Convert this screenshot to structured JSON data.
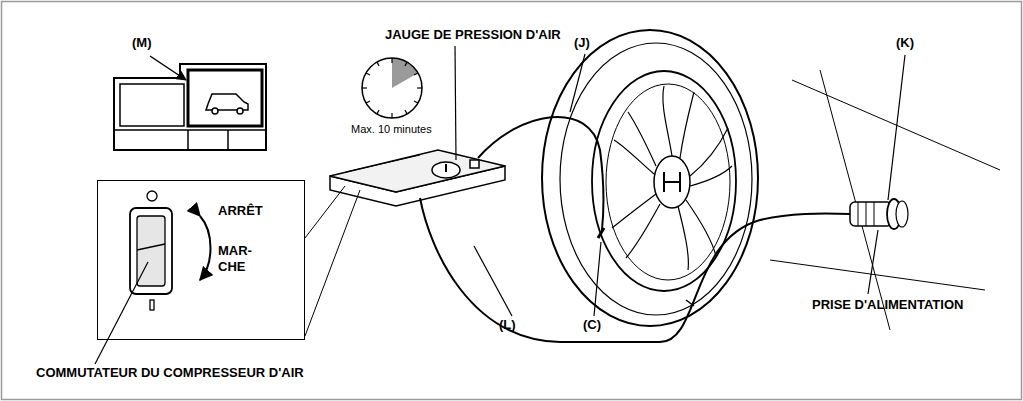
{
  "diagram": {
    "nodes": [
      {
        "text": [
          "ARRÊT",
          "MAR- CHE"
        ]
      }
    ],
    "labels": [
      "(M)",
      "Max. 10 minutes",
      "JAUGE DE PRESSION D'AIR",
      "(J)",
      "(K)",
      "COMMUTATEUR DU COMPRESSEUR D'AIR",
      "(L)",
      "(C)",
      "PRISE D'ALIMENTATION"
    ]
  }
}
